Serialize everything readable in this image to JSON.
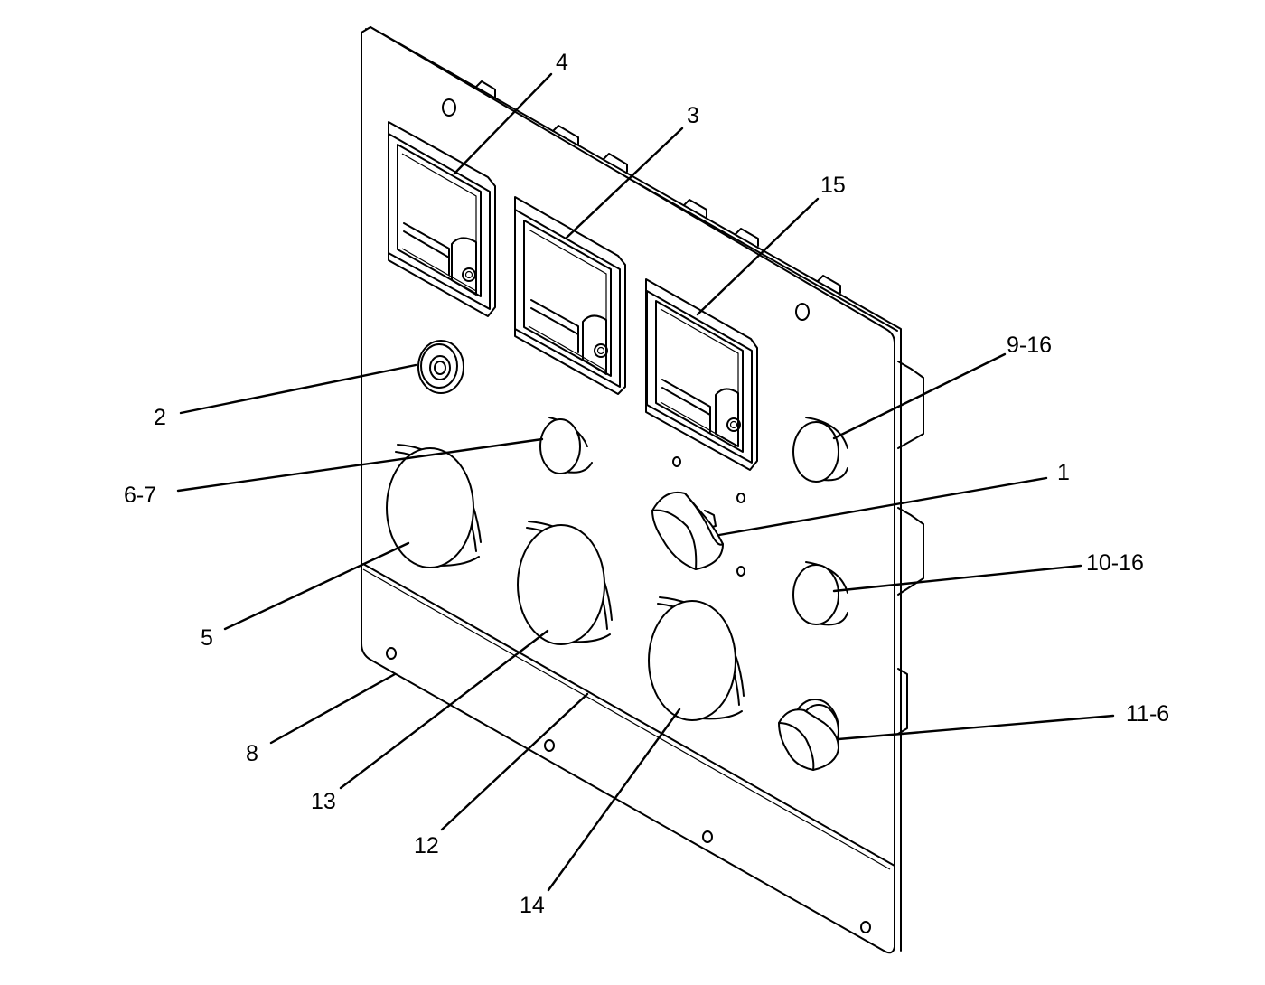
{
  "callouts": {
    "c1": "1",
    "c2": "2",
    "c3": "3",
    "c4": "4",
    "c5": "5",
    "c6_7": "6-7",
    "c8": "8",
    "c9_16": "9-16",
    "c10_16": "10-16",
    "c11_6": "11-6",
    "c12": "12",
    "c13": "13",
    "c14": "14",
    "c15": "15"
  }
}
